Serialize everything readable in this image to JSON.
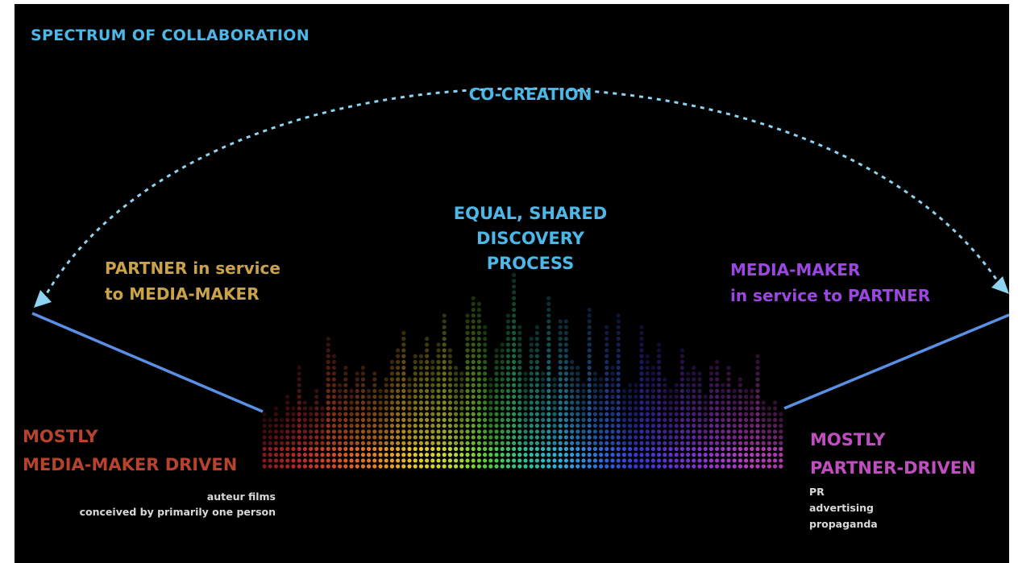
{
  "title": "SPECTRUM OF COLLABORATION",
  "arc_label": "CO-CREATION",
  "center_text": [
    "EQUAL, SHARED",
    "DISCOVERY",
    "PROCESS"
  ],
  "left_role": [
    "PARTNER in service",
    "to MEDIA-MAKER"
  ],
  "right_role": [
    "MEDIA-MAKER",
    "in service to PARTNER"
  ],
  "left_end": [
    "MOSTLY",
    "MEDIA-MAKER DRIVEN"
  ],
  "right_end": [
    "MOSTLY",
    "PARTNER-DRIVEN"
  ],
  "left_examples": [
    "auteur films",
    "conceived by primarily one person"
  ],
  "right_examples": [
    "PR",
    "advertising",
    "propaganda"
  ],
  "colors": {
    "background": "#000000",
    "title": "#4db8e8",
    "arc": "#8fd3f2",
    "lines": "#5b8fe6",
    "left_role": "#c9a24a",
    "right_role": "#9a48e0",
    "left_end": "#b8432c",
    "right_end": "#c14ec0",
    "examples": "#d8d8d8"
  },
  "spectrum": {
    "gradient": [
      "#8b1a1a",
      "#c62d2d",
      "#e0572a",
      "#f08a2a",
      "#f5d02e",
      "#cfe33a",
      "#55d63a",
      "#2fc9a0",
      "#33b6e8",
      "#3370e6",
      "#3a3ae0",
      "#6a34d8",
      "#9a3ad8",
      "#c040c8",
      "#b03ab0"
    ]
  }
}
